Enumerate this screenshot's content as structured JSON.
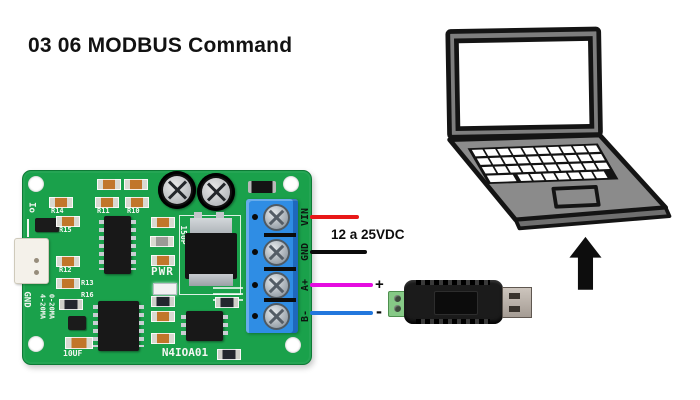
{
  "title": "03 06 MODBUS Command",
  "pcb": {
    "model": "N4IOA01",
    "io_label": "Io",
    "gnd_label": "GND",
    "range_line1": "0-20MA",
    "range_line2": "4-20MA",
    "r14": "R14",
    "r11": "R11",
    "r10": "R10",
    "r15": "R15",
    "r12": "R12",
    "r13": "R13",
    "r16": "R16",
    "cap150_label": "150P",
    "pwr_label": "PWR",
    "cap10_label": "10UF",
    "terminals": {
      "vin": "VIN",
      "gnd": "GND",
      "a": "A+",
      "b": "B-"
    },
    "colors": {
      "board": "#1aa14b",
      "terminal_block": "#2f8de4"
    }
  },
  "wiring": {
    "power_label": "12 a 25VDC",
    "plus_label": "+",
    "minus_label": "-",
    "colors": {
      "vin": "#e81818",
      "gnd": "#0a0a0a",
      "a_plus": "#e50ce0",
      "b_minus": "#2277dd"
    }
  }
}
